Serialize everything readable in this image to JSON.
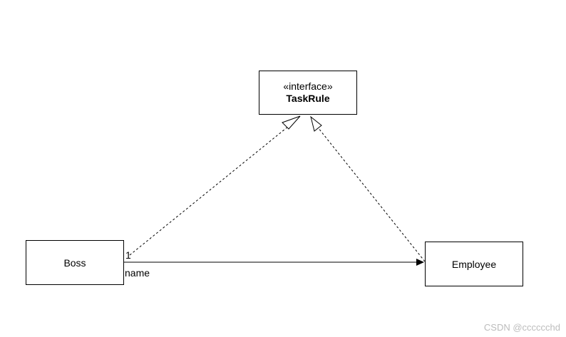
{
  "diagram": {
    "interface": {
      "stereotype": "«interface»",
      "name": "TaskRule"
    },
    "classes": {
      "boss": "Boss",
      "employee": "Employee"
    },
    "association": {
      "multiplicity": "1",
      "role": "name"
    },
    "relations": [
      {
        "type": "realization",
        "from": "Boss",
        "to": "TaskRule"
      },
      {
        "type": "realization",
        "from": "Employee",
        "to": "TaskRule"
      },
      {
        "type": "directed-association",
        "from": "Boss",
        "to": "Employee"
      }
    ]
  },
  "watermark": "CSDN @cccccchd",
  "colors": {
    "line": "#000000",
    "background": "#ffffff",
    "watermark": "#bcbcbc"
  }
}
